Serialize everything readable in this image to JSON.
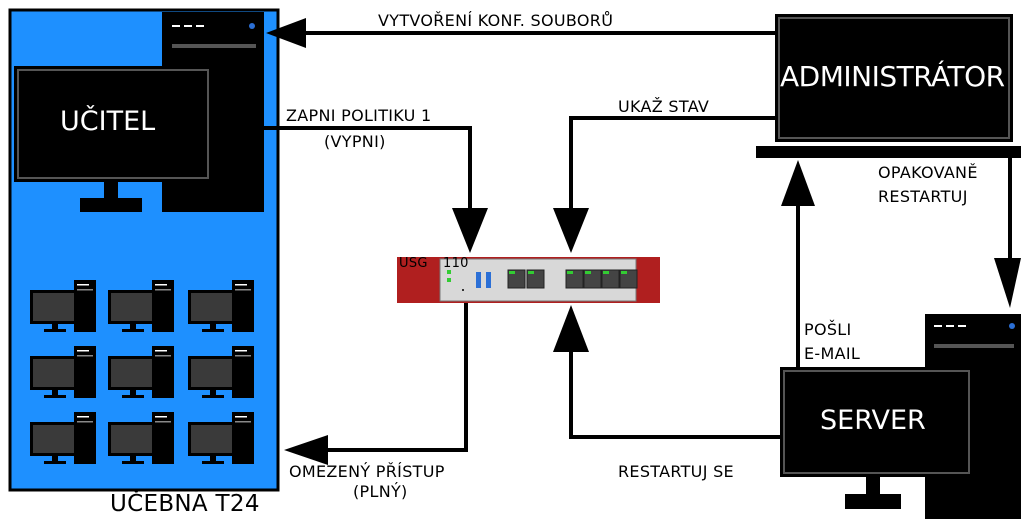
{
  "room": {
    "label": "UČEBNA T24"
  },
  "nodes": {
    "teacher": "UČITEL",
    "admin": "ADMINISTRÁTOR",
    "server": "SERVER",
    "firewall_model": "USG",
    "firewall_number": "110"
  },
  "edges": {
    "create_config": "VYTVOŘENÍ KONF. SOUBORŮ",
    "policy_on": "ZAPNI POLITIKU 1",
    "policy_off": "(VYPNI)",
    "show_state": "UKAŽ STAV",
    "repeat_restart_1": "OPAKOVANĚ",
    "repeat_restart_2": "RESTARTUJ",
    "send_email_1": "POŠLI",
    "send_email_2": "E-MAIL",
    "limited_access": "OMEZENÝ PŘÍSTUP",
    "full_access": "(PLNÝ)",
    "restart_self": "RESTARTUJ SE"
  },
  "colors": {
    "classroom": "#1e90ff",
    "firewall_red": "#b01f1f",
    "firewall_body": "#d8d8d8",
    "device": "#000000",
    "led_green": "#33cc33",
    "led_blue": "#2b6fd6"
  }
}
